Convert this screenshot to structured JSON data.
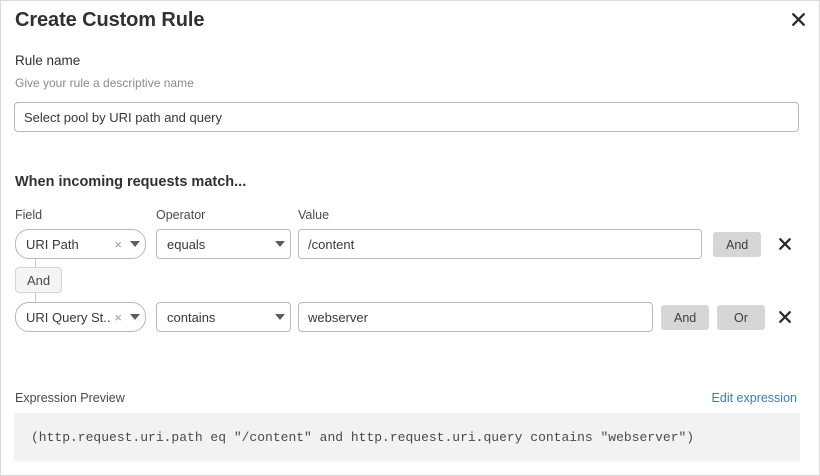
{
  "dialog": {
    "title": "Create Custom Rule",
    "close_icon": "close-icon"
  },
  "rule_name": {
    "label": "Rule name",
    "sublabel": "Give your rule a descriptive name",
    "value": "Select pool by URI path and query"
  },
  "conditions_section": {
    "heading": "When incoming requests match...",
    "columns": {
      "field": "Field",
      "operator": "Operator",
      "value": "Value"
    },
    "rows": [
      {
        "field": "URI Path",
        "operator": "equals",
        "value": "/content",
        "clear_icon": "times",
        "caret_icon": "chevron-down-icon",
        "buttons": [
          "And"
        ],
        "delete_icon": "close-icon"
      },
      {
        "field": "URI Query St...",
        "operator": "contains",
        "value": "webserver",
        "clear_icon": "times",
        "caret_icon": "chevron-down-icon",
        "buttons": [
          "And",
          "Or"
        ],
        "delete_icon": "close-icon"
      }
    ],
    "connector": "And"
  },
  "expression_preview": {
    "label": "Expression Preview",
    "edit_link": "Edit expression",
    "expression": "(http.request.uri.path eq \"/content\" and http.request.uri.query contains \"webserver\")"
  },
  "colors": {
    "link": "#3a7fb5",
    "button_gray": "#d6d6d6",
    "expr_background": "#f2f2f2",
    "text_primary": "#313131",
    "text_muted": "#8a8a8a"
  }
}
